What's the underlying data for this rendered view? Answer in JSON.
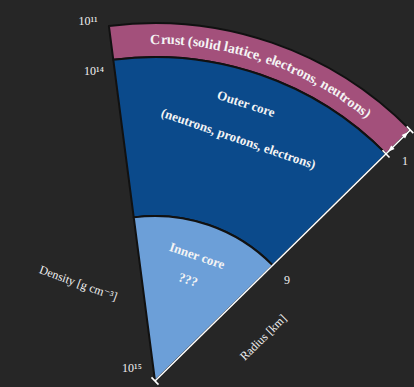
{
  "diagram": {
    "nodes": [
      {
        "text": [
          "Crust (solid lattice, electrons, neutrons)"
        ]
      },
      {
        "text": [
          "Outer core",
          "(neutrons, protons, electrons)"
        ]
      },
      {
        "text": [
          "Inner core",
          "???"
        ]
      }
    ],
    "labels": [
      "10¹¹",
      "10¹⁴",
      "10¹⁵",
      "Density [g cm⁻³]",
      "Radius [km]",
      "9",
      "1"
    ]
  }
}
